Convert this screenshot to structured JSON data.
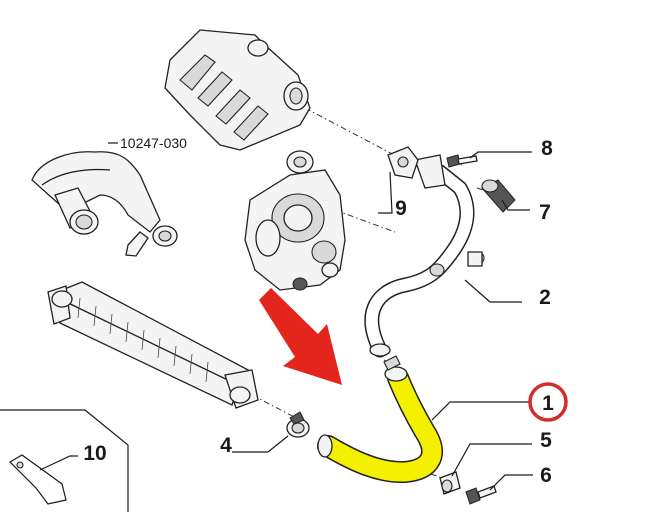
{
  "diagram": {
    "part_code": "10247-030",
    "callouts": [
      {
        "id": "1",
        "label": "1",
        "highlighted": true
      },
      {
        "id": "2",
        "label": "2"
      },
      {
        "id": "4",
        "label": "4"
      },
      {
        "id": "5",
        "label": "5"
      },
      {
        "id": "6",
        "label": "6"
      },
      {
        "id": "7",
        "label": "7"
      },
      {
        "id": "8",
        "label": "8"
      },
      {
        "id": "9",
        "label": "9"
      },
      {
        "id": "10",
        "label": "10"
      }
    ],
    "colors": {
      "highlight_part": "#f5ef00",
      "pointer_arrow": "#e3251e",
      "callout_ring": "#d62b2b",
      "line": "#1a1a1a"
    },
    "icons": [
      "pointer-arrow-icon",
      "highlight-ring-icon"
    ]
  }
}
